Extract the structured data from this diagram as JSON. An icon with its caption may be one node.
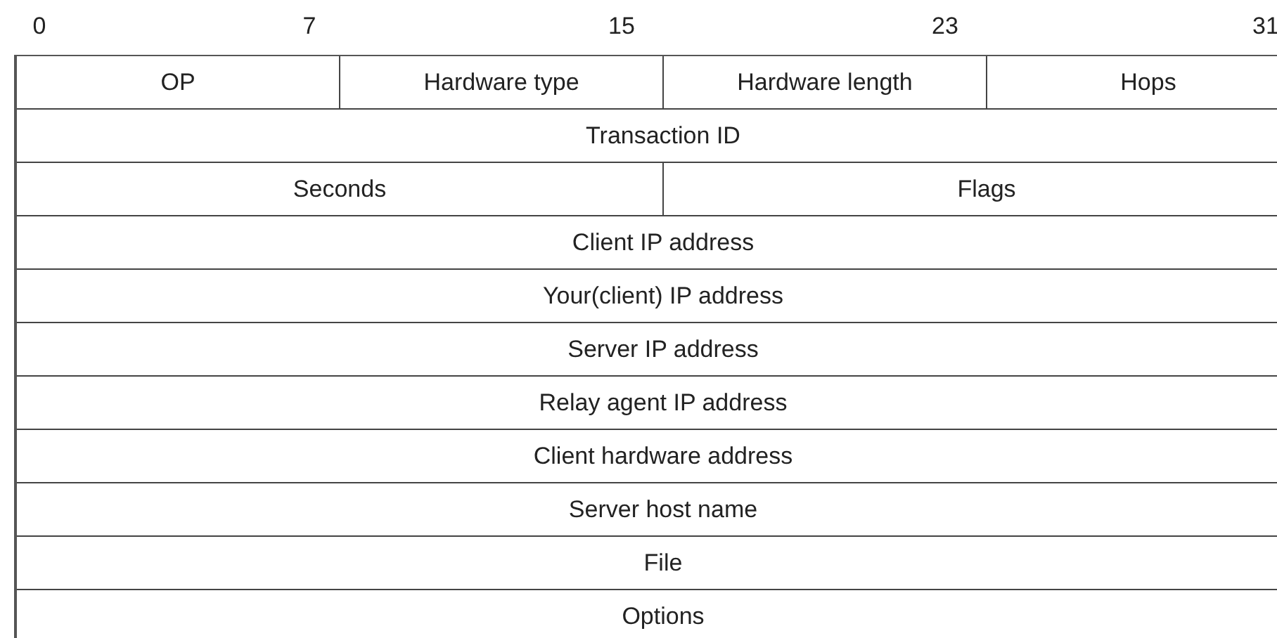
{
  "diagram": {
    "nodes": [
      {
        "text": [
          "OP"
        ]
      },
      {
        "text": [
          "Hardware type"
        ]
      },
      {
        "text": [
          "Hardware length"
        ]
      },
      {
        "text": [
          "Hops"
        ]
      },
      {
        "text": [
          "Transaction ID"
        ]
      },
      {
        "text": [
          "Seconds"
        ]
      },
      {
        "text": [
          "Flags"
        ]
      },
      {
        "text": [
          "Client IP address"
        ]
      },
      {
        "text": [
          "Your(client) IP address"
        ]
      },
      {
        "text": [
          "Server IP address"
        ]
      },
      {
        "text": [
          "Relay agent IP address"
        ]
      },
      {
        "text": [
          "Client hardware address"
        ]
      },
      {
        "text": [
          "Server host name"
        ]
      },
      {
        "text": [
          "File"
        ]
      },
      {
        "text": [
          "Options"
        ]
      }
    ],
    "labels": [
      "0",
      "7",
      "15",
      "23",
      "31"
    ]
  }
}
